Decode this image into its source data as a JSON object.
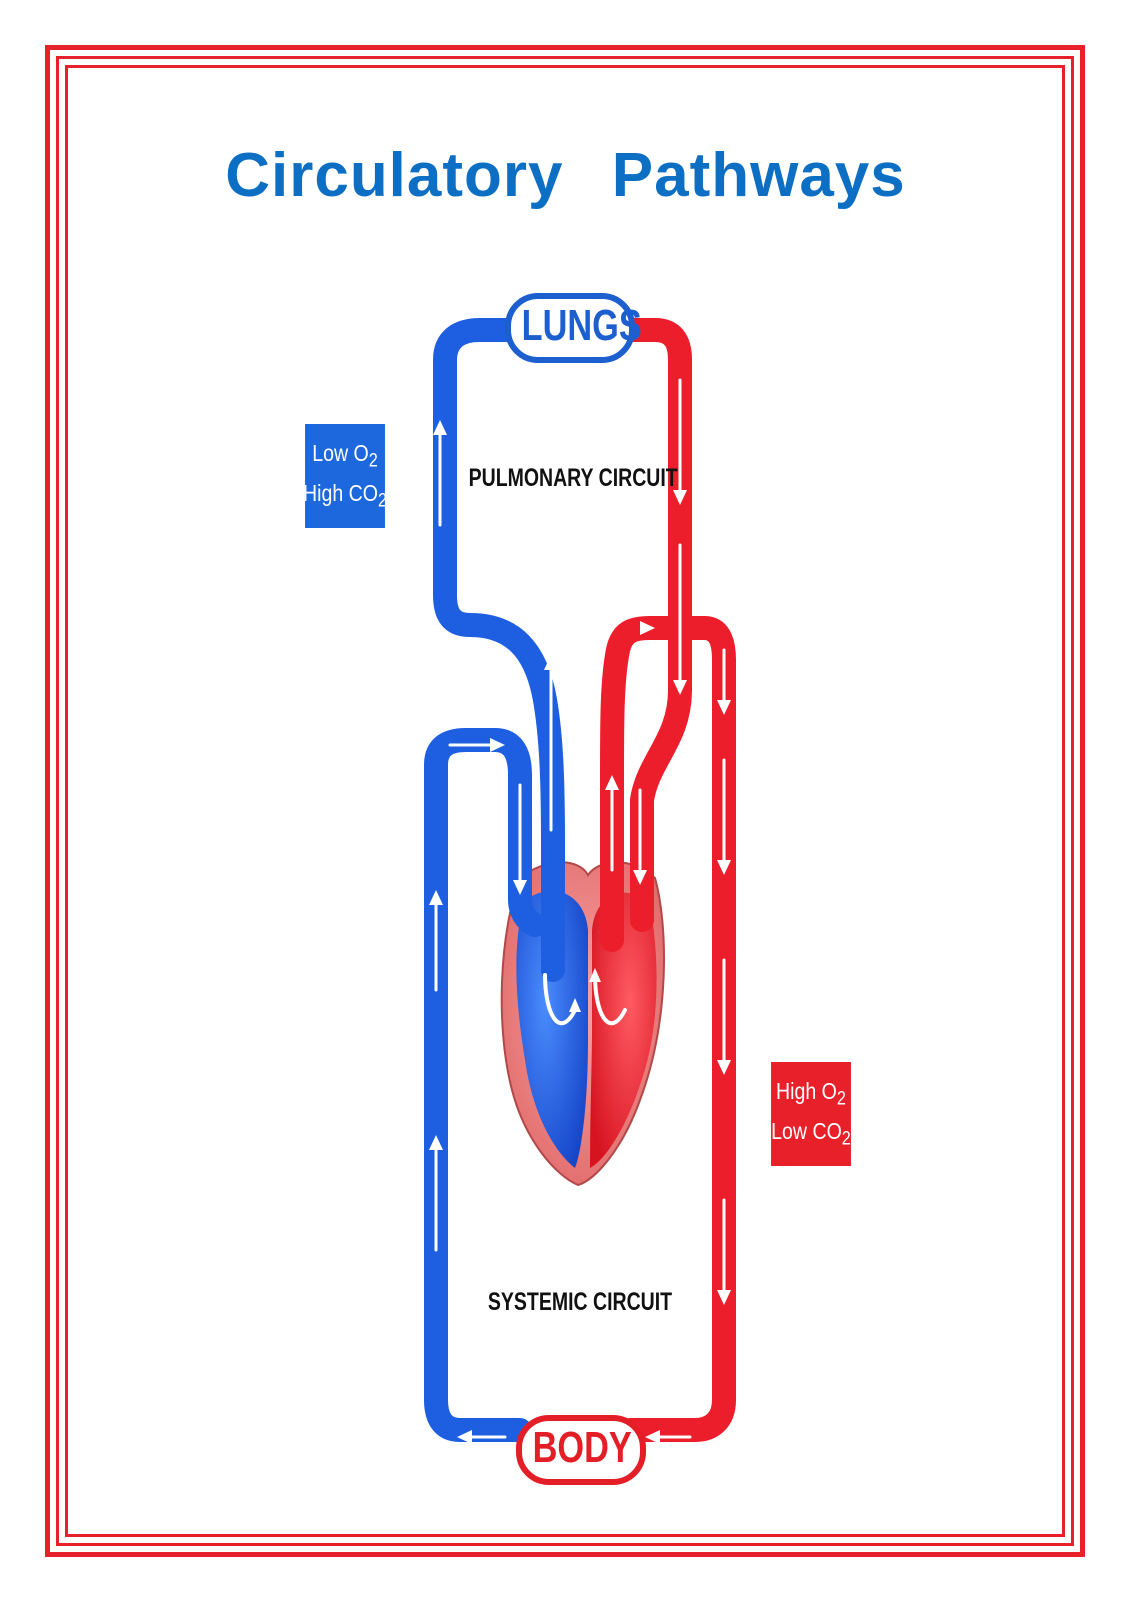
{
  "title": "Circulatory  Pathways",
  "organs": {
    "lungs": "LUNGS",
    "body": "BODY"
  },
  "circuits": {
    "pulmonary": "PULMONARY CIRCUIT",
    "systemic": "SYSTEMIC CIRCUIT"
  },
  "conditions": {
    "deoxygenated": {
      "line1": "Low O",
      "sub1": "2",
      "line2": "High CO",
      "sub2": "2"
    },
    "oxygenated": {
      "line1": "High O",
      "sub1": "2",
      "line2": "Low CO",
      "sub2": "2"
    }
  },
  "colors": {
    "deoxygenated": "#1d68dc",
    "oxygenated": "#e8202a",
    "title": "#0d6fc4",
    "frame": "#e8202a"
  }
}
